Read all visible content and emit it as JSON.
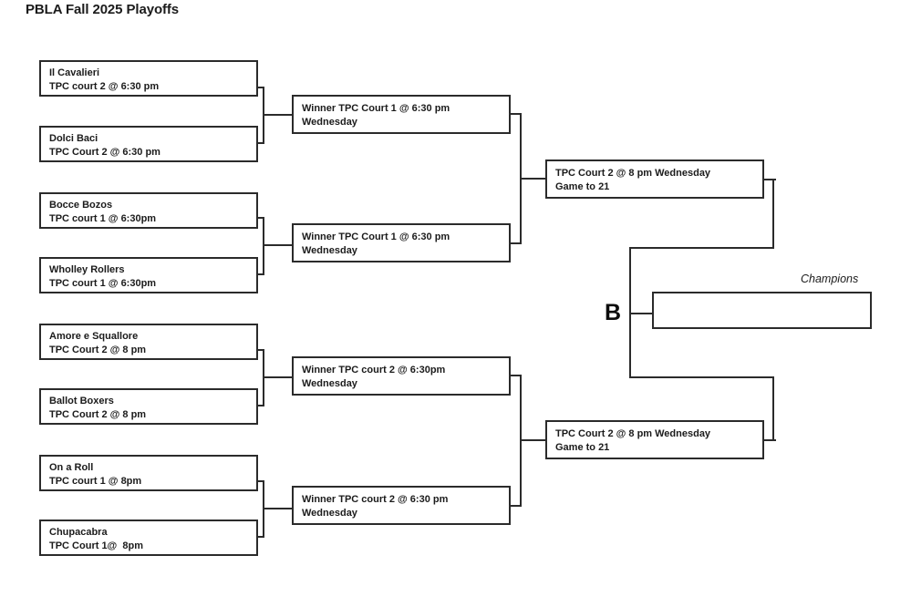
{
  "title": "PBLA Fall 2025 Playoffs",
  "bracket": {
    "round1": [
      {
        "name": "Il Cavalieri",
        "detail": "TPC court 2 @ 6:30 pm"
      },
      {
        "name": "Dolci Baci",
        "detail": "TPC Court 2 @ 6:30 pm"
      },
      {
        "name": "Bocce Bozos",
        "detail": "TPC court 1 @ 6:30pm"
      },
      {
        "name": "Wholley Rollers",
        "detail": "TPC court 1 @ 6:30pm"
      },
      {
        "name": "Amore e Squallore",
        "detail": "TPC Court 2 @ 8 pm"
      },
      {
        "name": "Ballot Boxers",
        "detail": "TPC Court 2 @ 8 pm"
      },
      {
        "name": "On a Roll",
        "detail": "TPC court 1 @ 8pm"
      },
      {
        "name": "Chupacabra",
        "detail": "TPC Court 1@  8pm"
      }
    ],
    "round2": [
      {
        "name": "Winner TPC Court 1 @ 6:30 pm",
        "detail": "Wednesday"
      },
      {
        "name": "Winner TPC Court 1 @ 6:30 pm",
        "detail": "Wednesday"
      },
      {
        "name": "Winner TPC court 2 @ 6:30pm",
        "detail": "Wednesday"
      },
      {
        "name": "Winner TPC court 2 @ 6:30 pm",
        "detail": "Wednesday"
      }
    ],
    "semifinals": [
      {
        "name": "TPC Court 2 @ 8 pm Wednesday",
        "detail": "Game to 21"
      },
      {
        "name": "TPC Court 2 @ 8 pm Wednesday",
        "detail": "Game to 21"
      }
    ],
    "final": {
      "letter": "B",
      "champions_label": "Champions",
      "champion_name": ""
    }
  },
  "colors": {
    "line": "#2b2b2b",
    "text": "#1b1b1b",
    "background": "#ffffff"
  }
}
